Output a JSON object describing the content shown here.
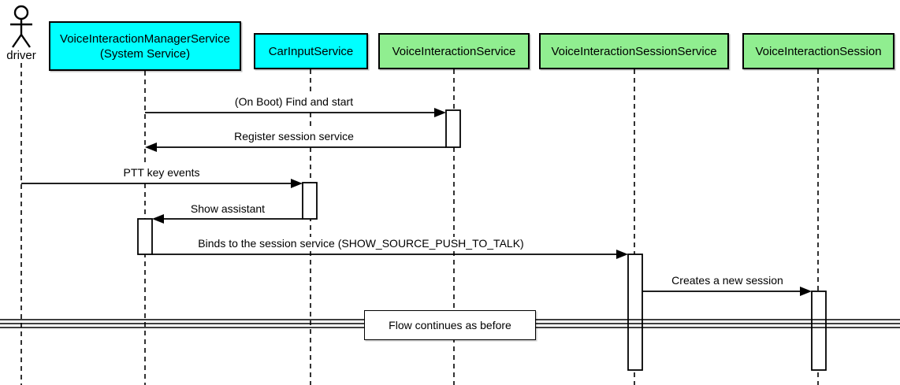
{
  "diagram_type": "uml-sequence-diagram",
  "actor": {
    "label": "driver"
  },
  "participants": [
    {
      "label_line1": "VoiceInteractionManagerService",
      "label_line2": "(System Service)",
      "fill": "#00ffff"
    },
    {
      "label_line1": "CarInputService",
      "fill": "#00ffff"
    },
    {
      "label_line1": "VoiceInteractionService",
      "fill": "#90ee90"
    },
    {
      "label_line1": "VoiceInteractionSessionService",
      "fill": "#90ee90"
    },
    {
      "label_line1": "VoiceInteractionSession",
      "fill": "#90ee90"
    }
  ],
  "messages": [
    {
      "label": "(On Boot) Find and start",
      "from": "VoiceInteractionManagerService (System Service)",
      "to": "VoiceInteractionService",
      "direction": "right"
    },
    {
      "label": "Register session service",
      "from": "VoiceInteractionService",
      "to": "VoiceInteractionManagerService (System Service)",
      "direction": "left"
    },
    {
      "label": "PTT key events",
      "from": "driver",
      "to": "CarInputService",
      "direction": "right"
    },
    {
      "label": "Show assistant",
      "from": "CarInputService",
      "to": "VoiceInteractionManagerService (System Service)",
      "direction": "left"
    },
    {
      "label": "Binds to the session service (SHOW_SOURCE_PUSH_TO_TALK)",
      "from": "VoiceInteractionManagerService (System Service)",
      "to": "VoiceInteractionSessionService",
      "direction": "right"
    },
    {
      "label": "Creates a new session",
      "from": "VoiceInteractionSessionService",
      "to": "VoiceInteractionSession",
      "direction": "right"
    }
  ],
  "divider": {
    "label": "Flow continues as before"
  },
  "colors": {
    "participant_cyan": "#00ffff",
    "participant_green": "#90ee90",
    "line": "#000000",
    "background": "#ffffff"
  }
}
